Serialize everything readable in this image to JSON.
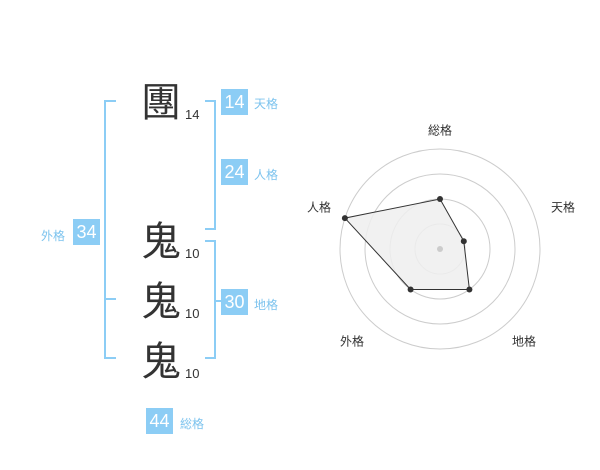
{
  "name": {
    "chars": [
      {
        "kanji": "團",
        "strokes": "14"
      },
      {
        "kanji": "鬼",
        "strokes": "10"
      },
      {
        "kanji": "鬼",
        "strokes": "10"
      },
      {
        "kanji": "鬼",
        "strokes": "10"
      }
    ]
  },
  "kakusu": {
    "tenkaku": {
      "value": "14",
      "label": "天格"
    },
    "jinkaku": {
      "value": "24",
      "label": "人格"
    },
    "chikaku": {
      "value": "30",
      "label": "地格"
    },
    "gaikaku": {
      "value": "34",
      "label": "外格"
    },
    "soukaku": {
      "value": "44",
      "label": "総格"
    }
  },
  "chart_data": {
    "type": "radar",
    "axes": [
      "総格",
      "天格",
      "地格",
      "外格",
      "人格"
    ],
    "values": [
      2,
      1,
      2,
      2,
      4
    ],
    "max": 4,
    "rings": 4,
    "colors": {
      "grid": "#cccccc",
      "fill": "#eeeeee",
      "stroke": "#333333",
      "point": "#333333",
      "center": "#cccccc"
    }
  }
}
